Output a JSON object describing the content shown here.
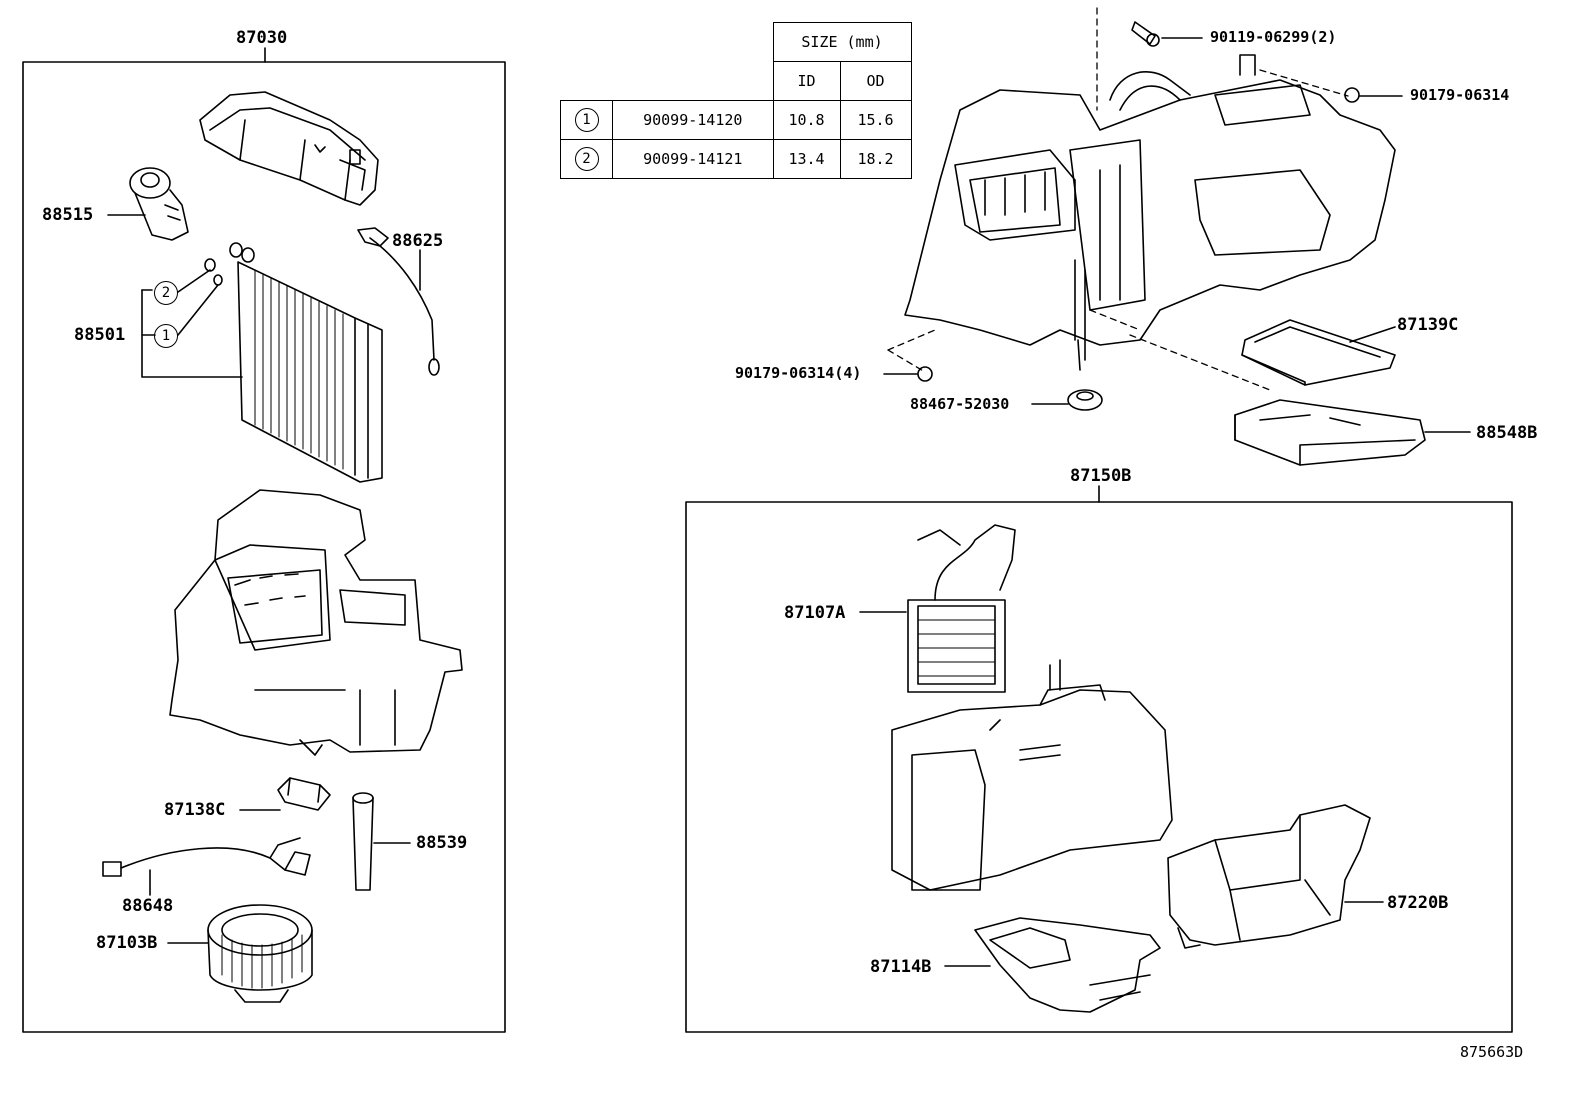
{
  "groups": {
    "left_assembly": "87030",
    "right_assembly": "87150B"
  },
  "parts": {
    "p88515": "88515",
    "p88625": "88625",
    "p88501": "88501",
    "p87138C": "87138C",
    "p88539": "88539",
    "p88648": "88648",
    "p87103B": "87103B",
    "p87139C": "87139C",
    "p88548B": "88548B",
    "p88467": "88467-52030",
    "p90179_4": "90179-06314(4)",
    "p90119": "90119-06299(2)",
    "p90179": "90179-06314",
    "p87107A": "87107A",
    "p87220B": "87220B",
    "p87114B": "87114B"
  },
  "callouts": {
    "c1": "1",
    "c2": "2"
  },
  "size_table": {
    "header": "SIZE (mm)",
    "col_id": "ID",
    "col_od": "OD",
    "rows": [
      {
        "mark": "1",
        "part": "90099-14120",
        "id": "10.8",
        "od": "15.6"
      },
      {
        "mark": "2",
        "part": "90099-14121",
        "id": "13.4",
        "od": "18.2"
      }
    ]
  },
  "diagram_id": "875663D"
}
